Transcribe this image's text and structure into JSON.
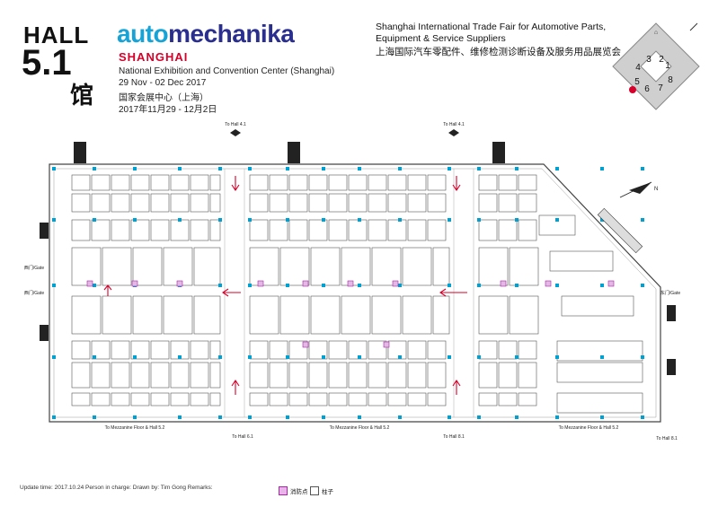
{
  "badge": {
    "hall_word": "HALL",
    "hall_num": "5.1",
    "hall_cn": "馆"
  },
  "brand": {
    "part_a": "auto",
    "part_b": "mechanika",
    "city": "SHANGHAI"
  },
  "venue": {
    "name_en": "National Exhibition and Convention Center (Shanghai)",
    "dates_en": "29 Nov - 02 Dec 2017",
    "name_cn": "国家会展中心（上海）",
    "dates_cn": "2017年11月29 - 12月2日"
  },
  "fair": {
    "line1": "Shanghai International Trade Fair for Automotive Parts,",
    "line2": "Equipment & Service Suppliers",
    "line3": "上海国际汽车零配件、维修检测诊断设备及服务用品展览会"
  },
  "minimap": {
    "halls": [
      "1",
      "2",
      "3",
      "4",
      "5",
      "6",
      "7",
      "8"
    ]
  },
  "plan_labels": {
    "to_hall_41": "To Hall 4.1",
    "to_hall_61": "To Hall 6.1",
    "to_hall_81": "To Hall 8.1",
    "mezzanine": "To Mezzanine Floor & Hall 5.2",
    "gate_west": "西门/Gate",
    "gate_east": "东门/Gate",
    "north": "N"
  },
  "footer": {
    "text": "Update time:  2017.10.24   Person in charge:  Drawn by:  Tim Gong  Remarks:"
  },
  "legend": {
    "hydrant": "消防点",
    "column": "柱子"
  },
  "colors": {
    "brand_a": "#17a3d6",
    "brand_b": "#2a2f8f",
    "city": "#d6002a",
    "arrow": "#d6002a",
    "pillar": "#00a0d0",
    "hydrant": "#b040b0"
  }
}
